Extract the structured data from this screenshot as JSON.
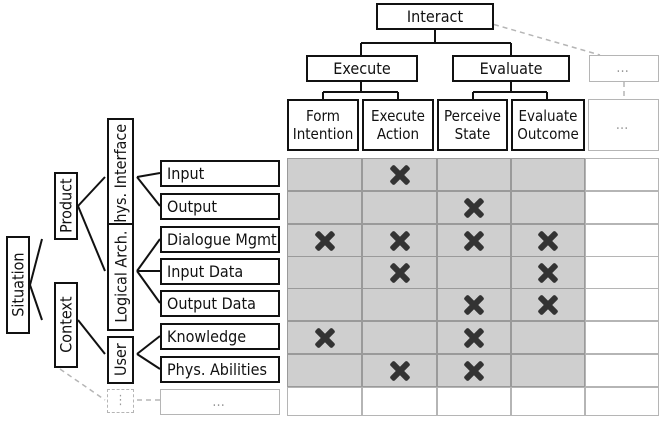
{
  "top": {
    "root": "Interact",
    "groups": [
      {
        "label": "Execute",
        "subs": [
          "Form\nIntention",
          "Execute\nAction"
        ]
      },
      {
        "label": "Evaluate",
        "subs": [
          "Perceive\nState",
          "Evaluate\nOutcome"
        ]
      }
    ],
    "more": "…"
  },
  "left": {
    "root": "Situation",
    "branches": [
      {
        "label": "Product",
        "children": [
          {
            "label": "Phys. Interface",
            "rows": [
              "Input",
              "Output"
            ]
          },
          {
            "label": "Logical Arch.",
            "rows": [
              "Dialogue Mgmt.",
              "Input Data",
              "Output Data"
            ]
          }
        ]
      },
      {
        "label": "Context",
        "children": [
          {
            "label": "User",
            "rows": [
              "Knowledge",
              "Phys. Abilities"
            ]
          }
        ]
      }
    ],
    "more": "⋮",
    "more_row": "…"
  },
  "matrix": {
    "rows": [
      "Input",
      "Output",
      "Dialogue Mgmt.",
      "Input Data",
      "Output Data",
      "Knowledge",
      "Phys. Abilities"
    ],
    "columns": [
      "Form Intention",
      "Execute Action",
      "Perceive State",
      "Evaluate Outcome"
    ],
    "marks": [
      [
        0,
        1,
        0,
        0
      ],
      [
        0,
        0,
        1,
        0
      ],
      [
        1,
        1,
        1,
        1
      ],
      [
        0,
        1,
        0,
        1
      ],
      [
        0,
        0,
        1,
        1
      ],
      [
        1,
        0,
        1,
        0
      ],
      [
        0,
        1,
        1,
        0
      ]
    ]
  }
}
